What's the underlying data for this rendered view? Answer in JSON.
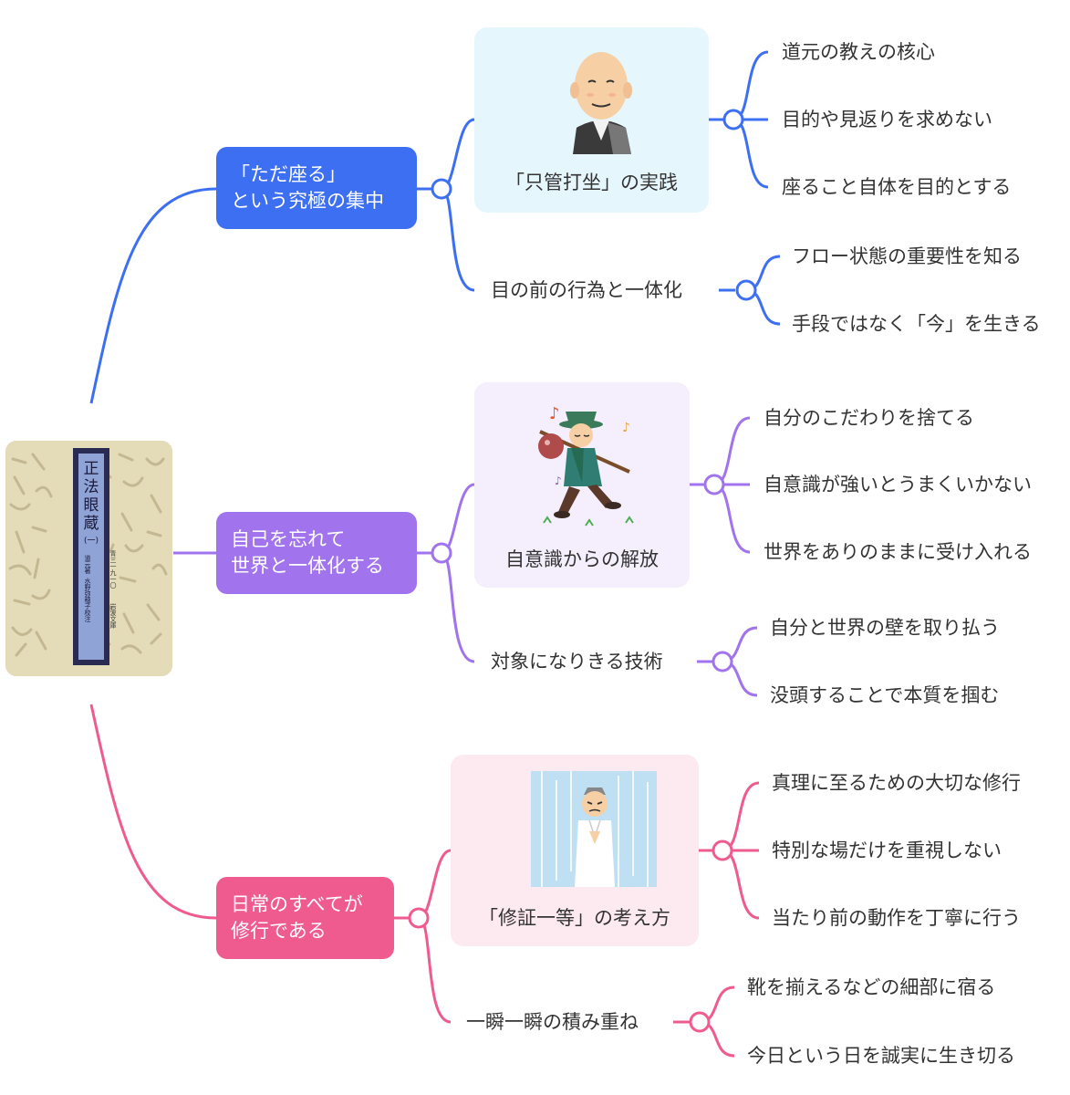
{
  "colors": {
    "blue": "#3d6ff2",
    "purple": "#a173ec",
    "pink": "#ef5b8f",
    "blue_card": "#e5f6fc",
    "purple_card": "#f4eefd",
    "pink_card": "#fdeaf1"
  },
  "root": {
    "icon": "book-cover-image",
    "cover_title": "正法眼蔵",
    "cover_volume": "(一)",
    "cover_author": "道元著",
    "cover_editor": "水野弥穂子校注",
    "cover_series": "岩波文庫",
    "cover_number": "青三一九一〇"
  },
  "branches": [
    {
      "line1": "「ただ座る」",
      "line2": "という究極の集中",
      "card_label": "「只管打坐」の実践",
      "card_icon": "monk-illustration-icon",
      "card_leaves": [
        "道元の教えの核心",
        "目的や見返りを求めない",
        "座ること自体を目的とする"
      ],
      "sub_label": "目の前の行為と一体化",
      "sub_leaves": [
        "フロー状態の重要性を知る",
        "手段ではなく「今」を生きる"
      ]
    },
    {
      "line1": "自己を忘れて",
      "line2": "世界と一体化する",
      "card_label": "自意識からの解放",
      "card_icon": "wanderer-illustration-icon",
      "card_leaves": [
        "自分のこだわりを捨てる",
        "自意識が強いとうまくいかない",
        "世界をありのままに受け入れる"
      ],
      "sub_label": "対象になりきる技術",
      "sub_leaves": [
        "自分と世界の壁を取り払う",
        "没頭することで本質を掴む"
      ]
    },
    {
      "line1": "日常のすべてが",
      "line2": "修行である",
      "card_label": "「修証一等」の考え方",
      "card_icon": "waterfall-training-icon",
      "card_leaves": [
        "真理に至るための大切な修行",
        "特別な場だけを重視しない",
        "当たり前の動作を丁寧に行う"
      ],
      "sub_label": "一瞬一瞬の積み重ね",
      "sub_leaves": [
        "靴を揃えるなどの細部に宿る",
        "今日という日を誠実に生き切る"
      ]
    }
  ]
}
